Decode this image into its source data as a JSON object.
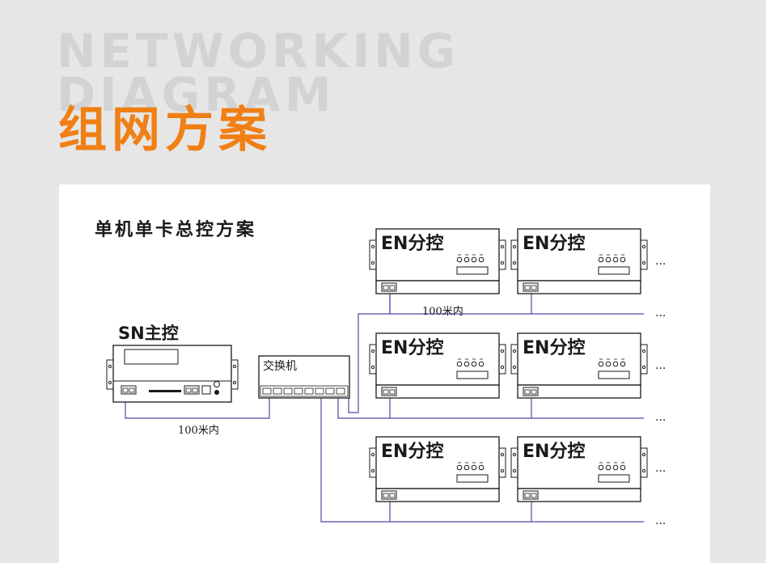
{
  "header": {
    "watermark_line1": "NETWORKING",
    "watermark_line2": "DIAGRAM",
    "title": "组网方案"
  },
  "diagram": {
    "title": "单机单卡总控方案",
    "master_label": "SN主控",
    "switch_label": "交换机",
    "sub_label": "EN分控",
    "distance_label": "100米内",
    "continuation": "...",
    "colors": {
      "accent": "#f07f14",
      "link": "#4b4aa8",
      "line": "#1a1a1a"
    }
  }
}
